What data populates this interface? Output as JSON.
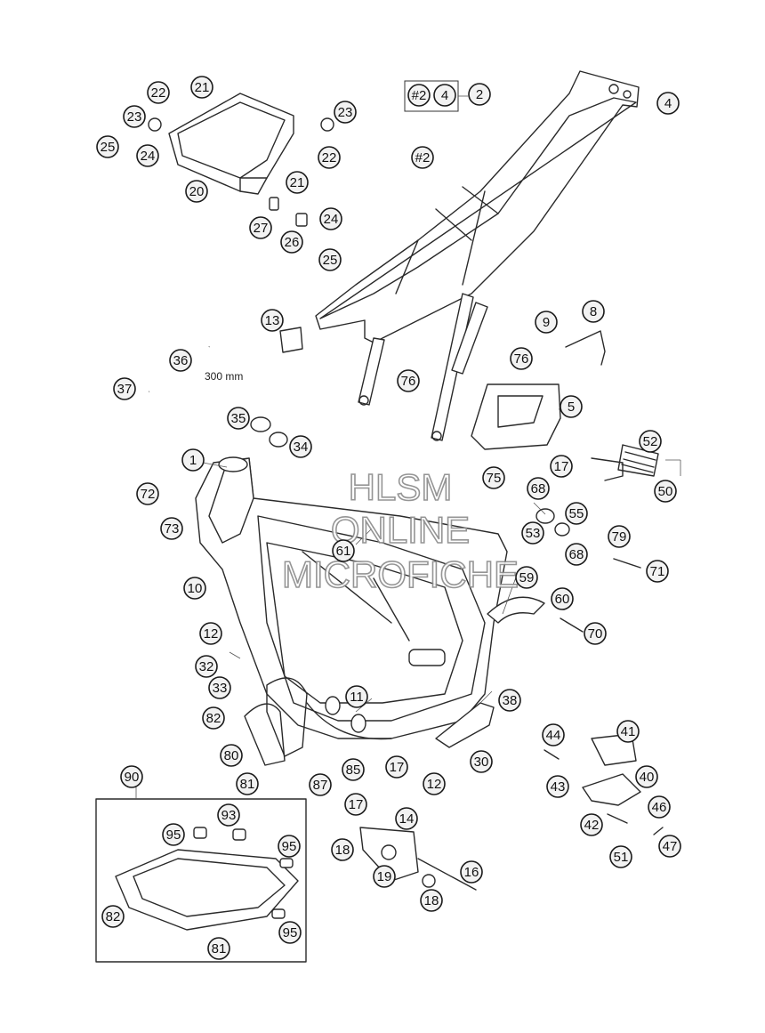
{
  "callouts": [
    "#2",
    "1",
    "2",
    "4",
    "5",
    "8",
    "9",
    "10",
    "11",
    "12",
    "13",
    "14",
    "16",
    "17",
    "18",
    "19",
    "20",
    "21",
    "22",
    "23",
    "24",
    "25",
    "26",
    "27",
    "30",
    "32",
    "33",
    "34",
    "35",
    "36",
    "37",
    "38",
    "40",
    "41",
    "42",
    "43",
    "44",
    "46",
    "47",
    "50",
    "51",
    "52",
    "53",
    "55",
    "59",
    "60",
    "61",
    "68",
    "70",
    "71",
    "72",
    "73",
    "75",
    "76",
    "79",
    "80",
    "81",
    "82",
    "85",
    "87",
    "90",
    "93",
    "95"
  ],
  "labels": {
    "hose_length": "300 mm",
    "kit_frame": "#2",
    "kit_part": "4"
  },
  "watermark": {
    "line1": "HLSM",
    "line2": "ONLINE",
    "line3": "MICROFICHE"
  }
}
